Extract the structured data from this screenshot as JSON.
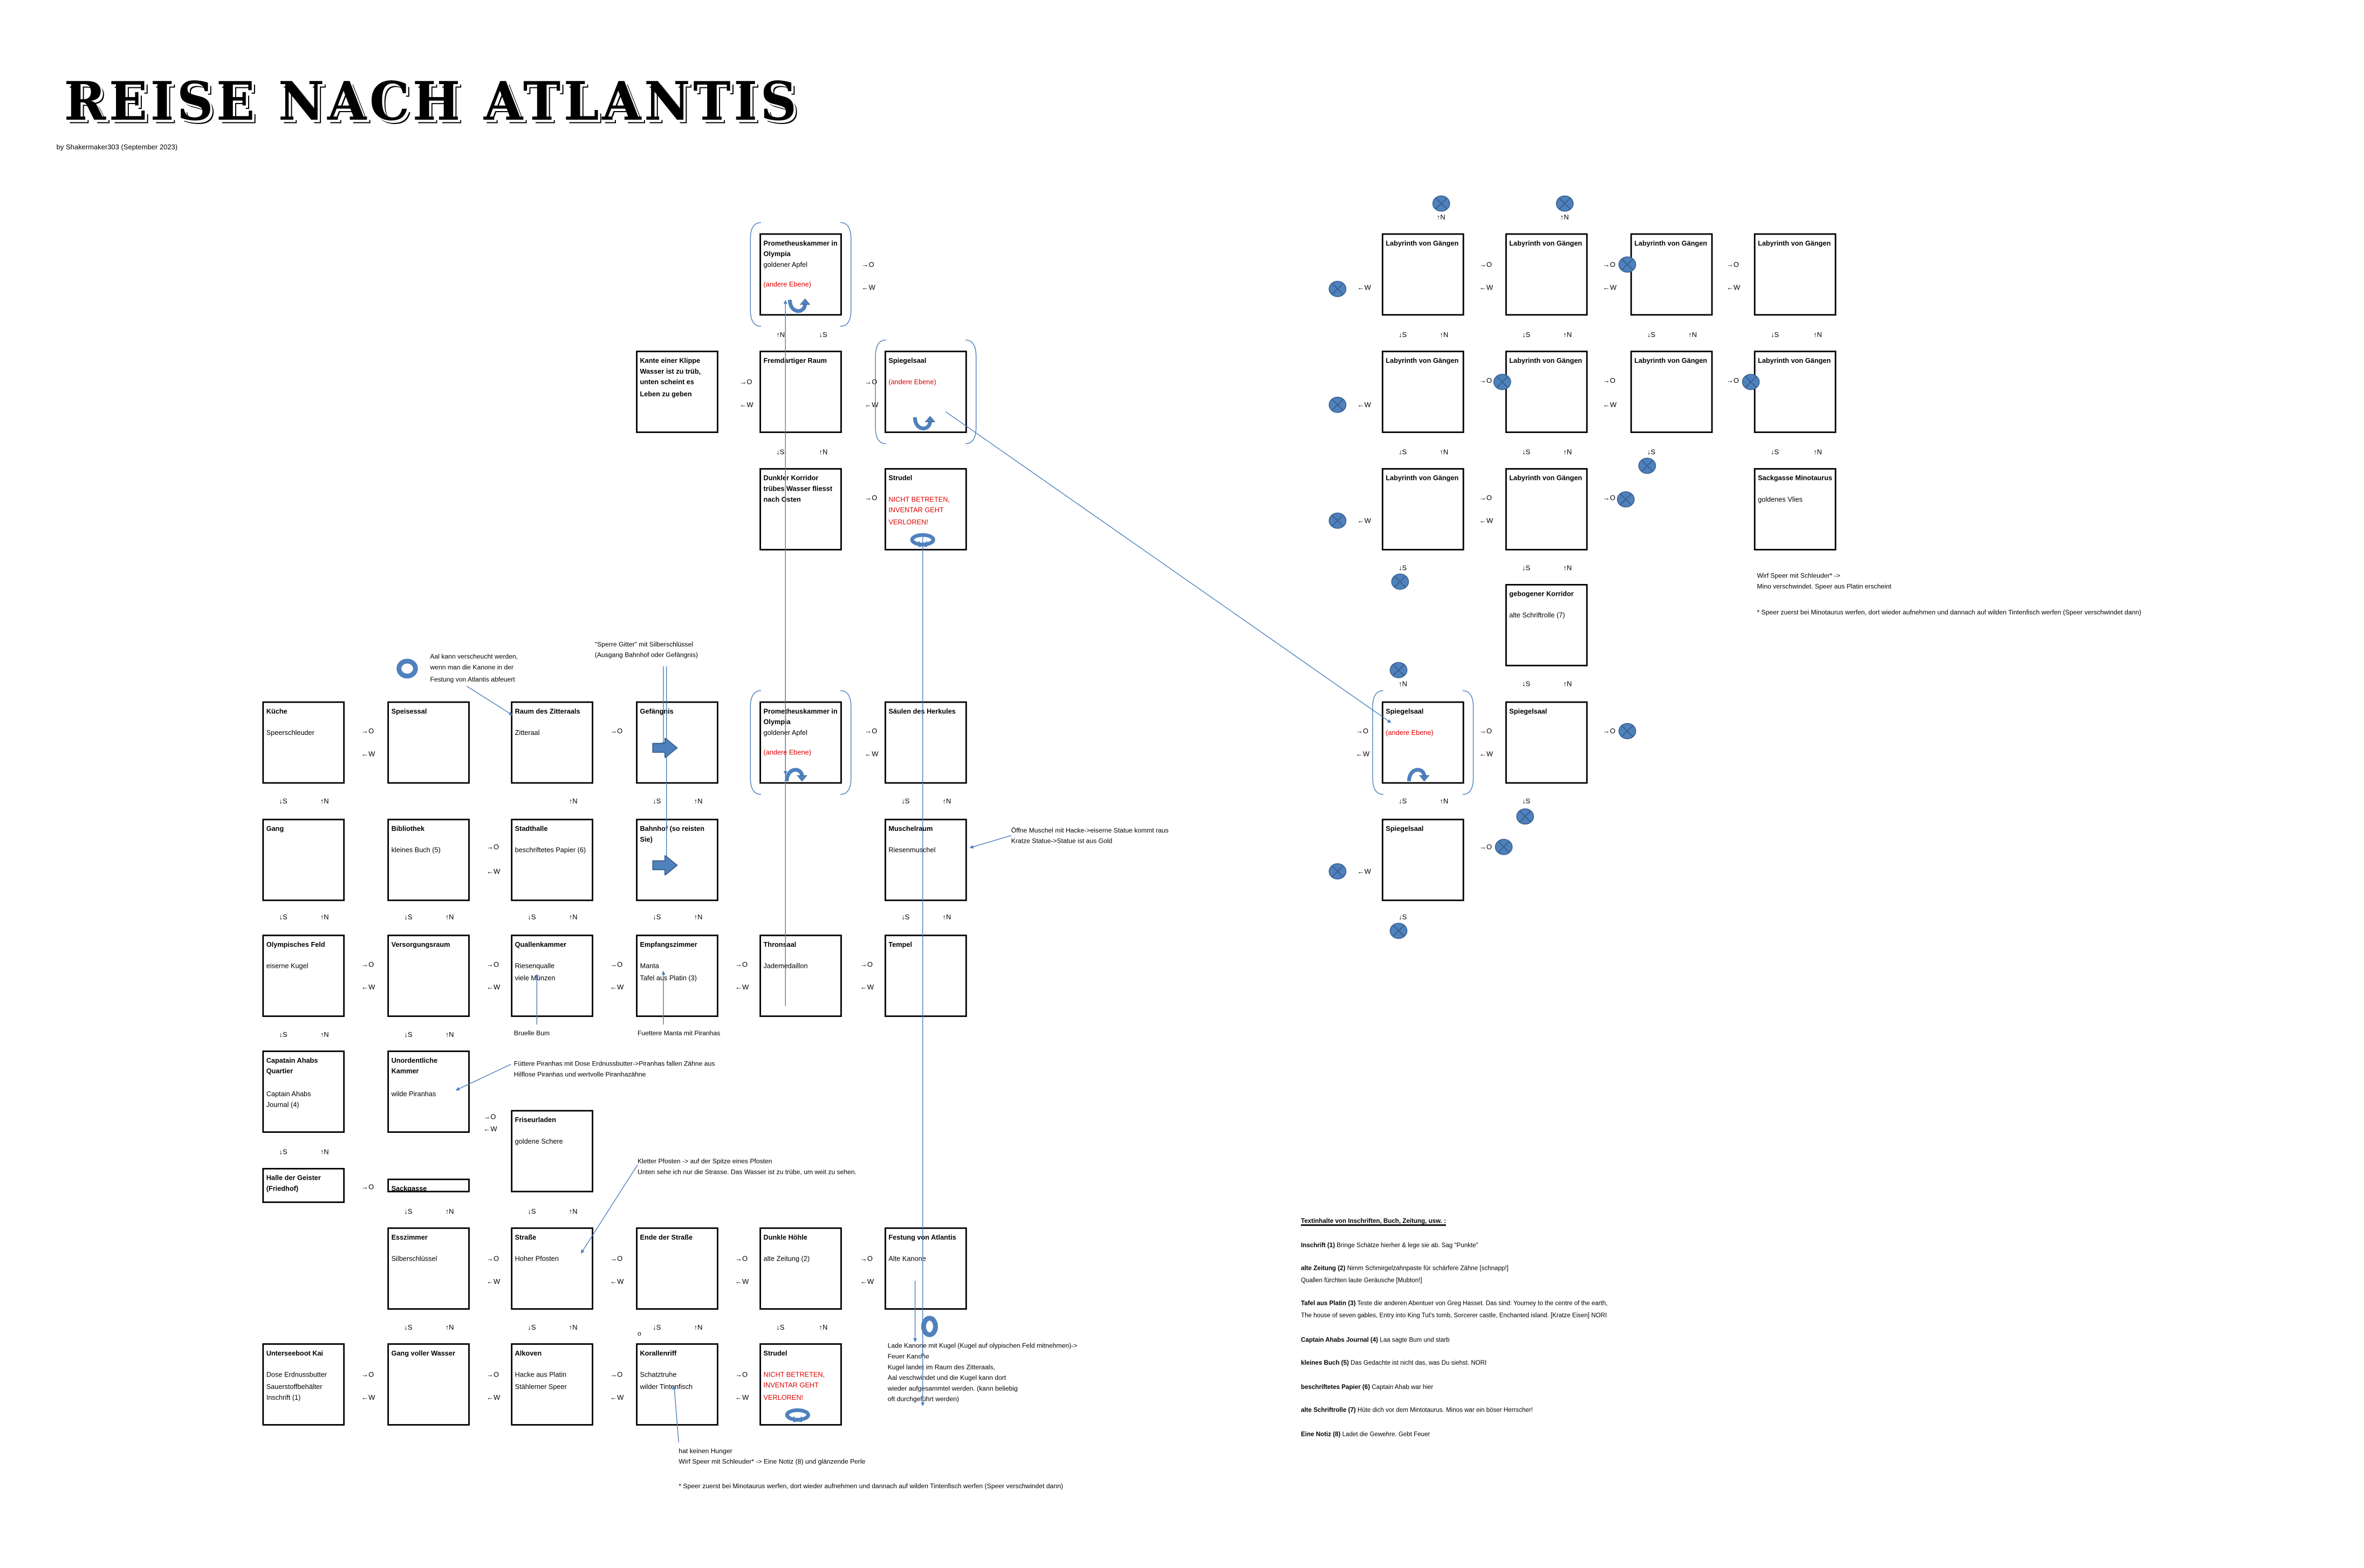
{
  "header": {
    "title": "REISE NACH ATLANTIS",
    "subtitle": "by Shakermaker303 (September 2023)"
  },
  "directions": {
    "east": "→O",
    "west": "←W",
    "south": "↓S",
    "north": "↑N"
  },
  "colors": {
    "accent": "#4a7ebb",
    "icon_fill": "#4f81bd",
    "warning": "#e00000",
    "border": "#000000"
  },
  "rooms": [
    {
      "title": "Prometheuskammer in Olympia",
      "lines": [
        "goldener Apfel"
      ],
      "red": [
        "(andere Ebene)"
      ],
      "icon": "u-turn-arrow-up"
    },
    {
      "title": "Kante einer Klippe Wasser ist zu trüb, unten scheint es Leben zu geben",
      "lines": [],
      "red": [],
      "icon": ""
    },
    {
      "title": "Fremdartiger Raum",
      "lines": [],
      "red": [],
      "icon": ""
    },
    {
      "title": "Spiegelsaal",
      "lines": [],
      "red": [
        "(andere Ebene)"
      ],
      "icon": "u-turn-arrow-up"
    },
    {
      "title": "Dunkler Korridor trübes Wasser fliesst nach Osten",
      "lines": [],
      "red": [],
      "icon": ""
    },
    {
      "title": "Strudel",
      "lines": [],
      "red": [
        "NICHT BETRETEN,",
        "INVENTAR GEHT",
        "VERLOREN!"
      ],
      "icon": "whirlpool-arrow"
    },
    {
      "title": "Küche",
      "lines": [
        "Speerschleuder"
      ],
      "red": [],
      "icon": ""
    },
    {
      "title": "Speisessal",
      "lines": [],
      "red": [],
      "icon": ""
    },
    {
      "title": "Raum des Zitteraals",
      "lines": [
        "Zitteraal"
      ],
      "red": [],
      "icon": ""
    },
    {
      "title": "Gefängnis",
      "lines": [],
      "red": [],
      "icon": "block-arrow-right"
    },
    {
      "title": "Prometheuskammer in Olympia",
      "lines": [
        "goldener Apfel"
      ],
      "red": [
        "(andere Ebene)"
      ],
      "icon": "arch-arrow-down"
    },
    {
      "title": "Säulen des Herkules",
      "lines": [],
      "red": [],
      "icon": ""
    },
    {
      "title": "Gang",
      "lines": [],
      "red": [],
      "icon": ""
    },
    {
      "title": "Bibliothek",
      "lines": [
        "kleines Buch (5)"
      ],
      "red": [],
      "icon": ""
    },
    {
      "title": "Stadthalle",
      "lines": [
        "beschriftetes Papier (6)"
      ],
      "red": [],
      "icon": ""
    },
    {
      "title": "Bahnhof (so reisten Sie)",
      "lines": [],
      "red": [],
      "icon": "block-arrow-right"
    },
    {
      "title": "Muschelraum",
      "lines": [
        "Riesenmuschel"
      ],
      "red": [],
      "icon": ""
    },
    {
      "title": "Olympisches Feld",
      "lines": [
        "eiserne Kugel"
      ],
      "red": [],
      "icon": ""
    },
    {
      "title": "Versorgungsraum",
      "lines": [],
      "red": [],
      "icon": ""
    },
    {
      "title": "Quallenkammer",
      "lines": [
        "Riesenqualle",
        "viele Münzen"
      ],
      "red": [],
      "icon": ""
    },
    {
      "title": "Empfangszimmer",
      "lines": [
        "Manta",
        "Tafel aus Platin (3)"
      ],
      "red": [],
      "icon": ""
    },
    {
      "title": "Thronsaal",
      "lines": [
        "Jademedaillon"
      ],
      "red": [],
      "icon": ""
    },
    {
      "title": "Tempel",
      "lines": [],
      "red": [],
      "icon": ""
    },
    {
      "title": "Capatain Ahabs Quartier",
      "lines": [
        "Captain Ahabs",
        "Journal (4)"
      ],
      "red": [],
      "icon": ""
    },
    {
      "title": "Unordentliche Kammer",
      "lines": [
        "wilde Piranhas"
      ],
      "red": [],
      "icon": ""
    },
    {
      "title": "Friseurladen",
      "lines": [
        "goldene Schere"
      ],
      "red": [],
      "icon": ""
    },
    {
      "title": "Halle der Geister (Friedhof)",
      "lines": [],
      "red": [],
      "icon": ""
    },
    {
      "title": "Sackgasse",
      "lines": [],
      "red": [],
      "icon": ""
    },
    {
      "title": "Esszimmer",
      "lines": [
        "Silberschlüssel"
      ],
      "red": [],
      "icon": ""
    },
    {
      "title": "Straße",
      "lines": [
        "Hoher Pfosten"
      ],
      "red": [],
      "icon": ""
    },
    {
      "title": "Ende der Straße",
      "lines": [],
      "red": [],
      "icon": ""
    },
    {
      "title": "Dunkle Höhle",
      "lines": [
        "alte Zeitung (2)"
      ],
      "red": [],
      "icon": ""
    },
    {
      "title": "Festung von Atlantis",
      "lines": [
        "Alte Kanone"
      ],
      "red": [],
      "icon": ""
    },
    {
      "title": "Unterseeboot Kai",
      "lines": [
        "Dose Erdnussbutter",
        "Sauerstoffbehälter",
        "Inschrift (1)"
      ],
      "red": [],
      "icon": ""
    },
    {
      "title": "Gang voller Wasser",
      "lines": [],
      "red": [],
      "icon": ""
    },
    {
      "title": "Alkoven",
      "lines": [
        "Hacke aus Platin",
        "Stählerner Speer"
      ],
      "red": [],
      "icon": ""
    },
    {
      "title": "Korallenriff",
      "lines": [
        "Schatztruhe",
        "wilder Tintenfisch"
      ],
      "red": [],
      "icon": ""
    },
    {
      "title": "Strudel",
      "lines": [],
      "red": [
        "NICHT BETRETEN,",
        "INVENTAR GEHT",
        "VERLOREN!"
      ],
      "icon": "whirlpool-arrow"
    },
    {
      "title": "Labyrinth von Gängen",
      "lines": [],
      "red": [],
      "icon": ""
    },
    {
      "title": "Labyrinth von Gängen",
      "lines": [],
      "red": [],
      "icon": ""
    },
    {
      "title": "Labyrinth von Gängen",
      "lines": [],
      "red": [],
      "icon": ""
    },
    {
      "title": "Labyrinth von Gängen",
      "lines": [],
      "red": [],
      "icon": ""
    },
    {
      "title": "Labyrinth von Gängen",
      "lines": [],
      "red": [],
      "icon": ""
    },
    {
      "title": "Labyrinth von Gängen",
      "lines": [],
      "red": [],
      "icon": ""
    },
    {
      "title": "Labyrinth von Gängen",
      "lines": [],
      "red": [],
      "icon": ""
    },
    {
      "title": "Labyrinth von Gängen",
      "lines": [],
      "red": [],
      "icon": ""
    },
    {
      "title": "Labyrinth von Gängen",
      "lines": [],
      "red": [],
      "icon": ""
    },
    {
      "title": "Labyrinth von Gängen",
      "lines": [],
      "red": [],
      "icon": ""
    },
    {
      "title": "Sackgasse Minotaurus",
      "lines": [
        "goldenes Vlies"
      ],
      "red": [],
      "icon": ""
    },
    {
      "title": "gebogener Korridor",
      "lines": [
        "alte Schriftrolle (7)"
      ],
      "red": [],
      "icon": ""
    },
    {
      "title": "Spiegelsaal",
      "lines": [],
      "red": [
        "(andere Ebene)"
      ],
      "icon": "arch-arrow-down"
    },
    {
      "title": "Spiegelsaal",
      "lines": [],
      "red": [],
      "icon": ""
    },
    {
      "title": "Spiegelsaal",
      "lines": [],
      "red": [],
      "icon": ""
    }
  ],
  "notes": [
    {
      "id": "aal",
      "lines": [
        "Aal kann verscheucht werden,",
        "wenn man die Kanone in der",
        "Festung von Atlantis abfeuert"
      ]
    },
    {
      "id": "sperre",
      "lines": [
        "\"Sperre Gitter\" mit Silberschlüssel",
        "(Ausgang Bahnhof oder Gefängnis)"
      ]
    },
    {
      "id": "muschel",
      "lines": [
        "Öffne Muschel mit Hacke->eiserne Statue kommt raus",
        "Kratze Statue->Statue ist aus Gold"
      ]
    },
    {
      "id": "bruelle",
      "lines": [
        "Bruelle Bum"
      ]
    },
    {
      "id": "manta",
      "lines": [
        "Fuettere Manta mit Piranhas"
      ]
    },
    {
      "id": "piranhas",
      "lines": [
        "Füttere Piranhas mit Dose Erdnussbutter->Piranhas fallen Zähne aus",
        "Hilflose Piranhas und wertvolle Piranhazähne"
      ]
    },
    {
      "id": "pfosten",
      "lines": [
        "Kletter Pfosten -> auf der Spitze eines Pfosten",
        "Unten sehe ich nur die Strasse. Das Wasser ist zu trübe, um weit zu sehen."
      ]
    },
    {
      "id": "kanone",
      "lines": [
        "Lade Kanone mit Kugel (Kugel auf olypischen Feld mitnehmen)->",
        "Feuer Kanone",
        "Kugel landet im Raum des Zitteraals,",
        "Aal veschwindet und die Kugel kann dort",
        "wieder aufgesammtel werden. (kann beliebig",
        "oft durchgeführt werden)"
      ]
    },
    {
      "id": "tintenfisch",
      "lines": [
        "hat keinen Hunger",
        "Wirf Speer mit Schleuder* -> Eine Notiz (8) und glänzende Perle"
      ]
    },
    {
      "id": "footnote-left",
      "lines": [
        "* Speer zuerst bei Minotaurus werfen, dort wieder aufnehmen und dannach auf wilden Tintenfisch werfen (Speer verschwindet dann)"
      ]
    },
    {
      "id": "zero",
      "lines": [
        "o"
      ]
    },
    {
      "id": "minotaurus",
      "lines": [
        "Wirf Speer mit Schleuder* ->",
        "Mino verschwindet. Speer aus Platin erscheint"
      ]
    },
    {
      "id": "footnote-right",
      "lines": [
        "* Speer zuerst bei Minotaurus werfen, dort wieder aufnehmen und dannach auf wilden Tintenfisch werfen (Speer verschwindet dann)"
      ]
    }
  ],
  "legend": {
    "heading": "Textinhalte von Inschriften, Buch, Zeitung, usw. :",
    "entries": [
      {
        "label": "Inschrift (1)",
        "lines": [
          "Bringe Schätze hierher & lege sie ab. Sag \"Punkte\""
        ]
      },
      {
        "label": "alte Zeitung (2)",
        "lines": [
          "Nimm Schmirgelzahnpaste für schärfere Zähne [schnapp!]",
          "Quallen fürchten laute Geräusche [Mubton!]"
        ]
      },
      {
        "label": "Tafel aus Platin (3)",
        "lines": [
          "Teste die anderen Abentuer von Greg Hasset. Das sind: Yourney to the centre of the earth,",
          "The house of seven gables, Entry into King Tut's tomb, Sorcerer castle, Enchanted  island. [Kratze Eisen] NORI"
        ]
      },
      {
        "label": "Captain Ahabs Journal (4)",
        "lines": [
          "Laa sagte Bum und starb"
        ]
      },
      {
        "label": "kleines Buch (5)",
        "lines": [
          "Das Gedachte ist nicht das, was Du siehst. NORI"
        ]
      },
      {
        "label": "beschriftetes Papier (6)",
        "lines": [
          "Captain Ahab war hier"
        ]
      },
      {
        "label": "alte Schriftrolle (7)",
        "lines": [
          "Hüte dich vor dem Mintotaurus. Minos war ein böser Herrscher!"
        ]
      },
      {
        "label": "Eine Notiz (8)",
        "lines": [
          "Ladet die Gewehre. Gebt Feuer"
        ]
      }
    ]
  }
}
